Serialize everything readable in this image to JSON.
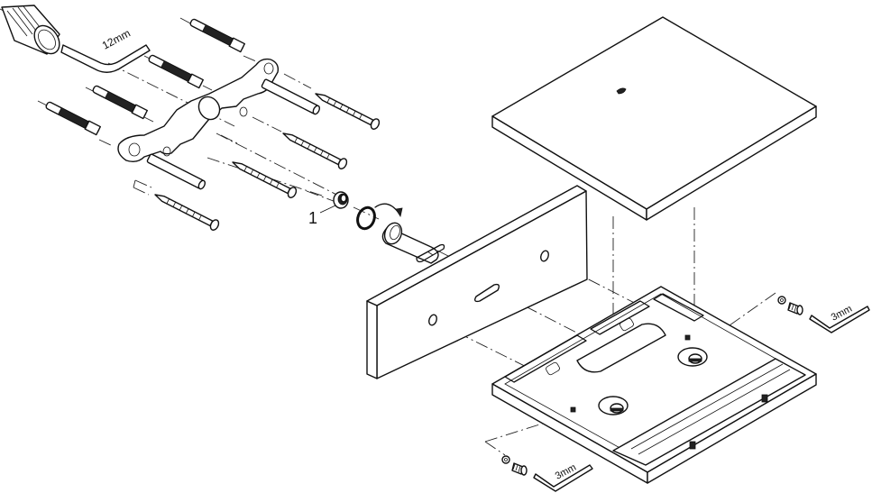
{
  "diagram": {
    "type": "exploded-assembly-drawing",
    "labels": {
      "wrench_large": "12mm",
      "wrench_small_right": "3mm",
      "wrench_small_bottom": "3mm",
      "part_callout": "1"
    },
    "parts": [
      {
        "name": "extension-sleeve"
      },
      {
        "name": "hex-key-12mm"
      },
      {
        "name": "wall-plugs",
        "count": 4
      },
      {
        "name": "mounting-bracket"
      },
      {
        "name": "bracket-studs",
        "count": 2
      },
      {
        "name": "wood-screws",
        "count": 4
      },
      {
        "name": "seal-insert",
        "callout": "1"
      },
      {
        "name": "o-ring"
      },
      {
        "name": "cartridge-adapter"
      },
      {
        "name": "front-plate"
      },
      {
        "name": "cover-plate"
      },
      {
        "name": "base-housing"
      },
      {
        "name": "grub-screws-with-washers",
        "count": 2
      },
      {
        "name": "hex-key-3mm",
        "count": 2
      }
    ]
  }
}
